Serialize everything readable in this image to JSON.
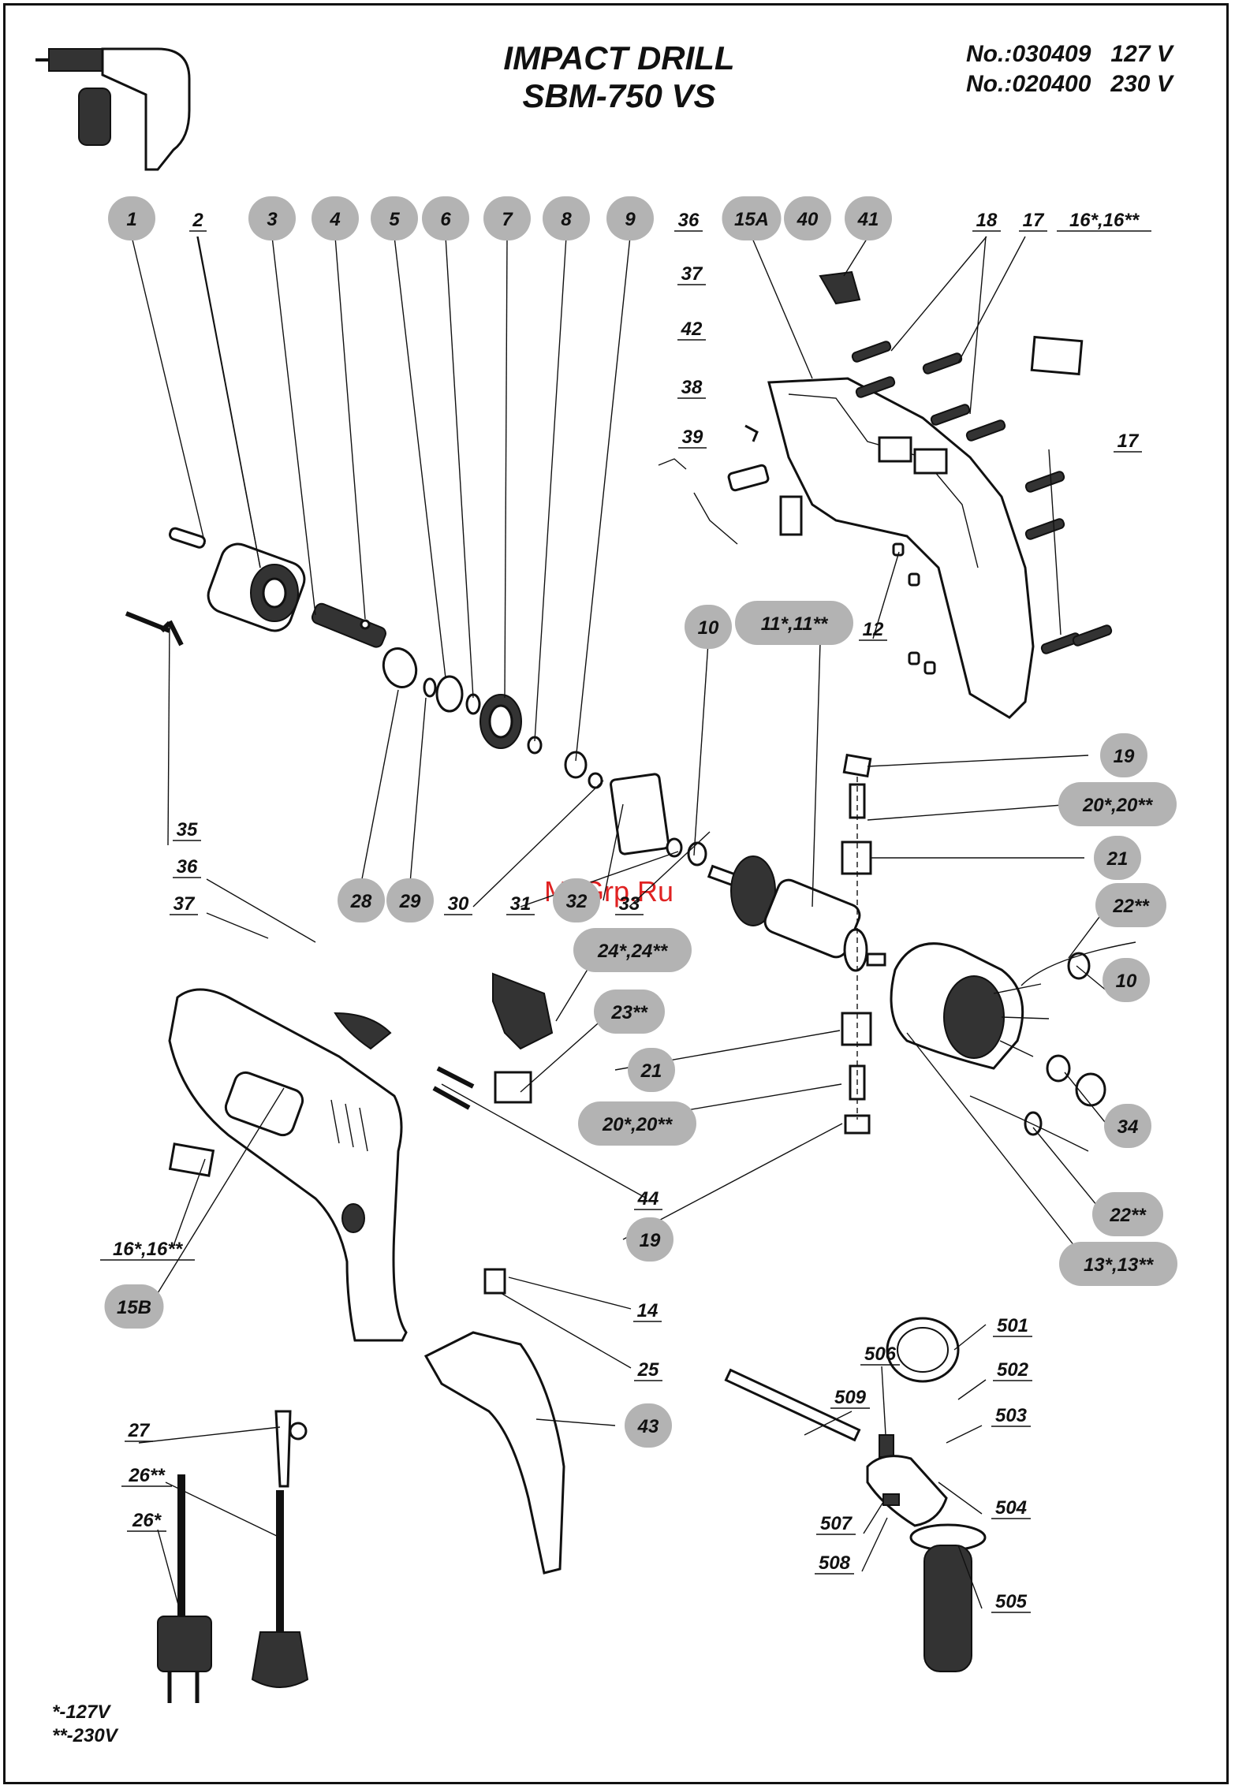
{
  "header": {
    "title_line1": "IMPACT DRILL",
    "title_line2": "SBM-750 VS",
    "model_line1": "No.:030409   127 V",
    "model_line2": "No.:020400   230 V"
  },
  "legend": {
    "line1": "*-127V",
    "line2": "**-230V"
  },
  "watermark": "McGrp.Ru",
  "callouts": {
    "bubbles": [
      "1",
      "3",
      "4",
      "5",
      "6",
      "7",
      "8",
      "9",
      "15A",
      "40",
      "41",
      "10",
      "11*,11**",
      "19",
      "20*,20**",
      "21",
      "22**",
      "10",
      "34",
      "22**",
      "13*,13**",
      "28",
      "29",
      "32",
      "24*,24**",
      "23**",
      "21",
      "20*,20**",
      "19",
      "15B",
      "43"
    ],
    "plain": [
      "2",
      "36",
      "37",
      "42",
      "38",
      "39",
      "18",
      "17",
      "16*,16**",
      "17",
      "12",
      "35",
      "36",
      "37",
      "30",
      "31",
      "33",
      "44",
      "16*,16**",
      "14",
      "25",
      "27",
      "26**",
      "26*",
      "501",
      "506",
      "502",
      "509",
      "503",
      "504",
      "507",
      "508",
      "505"
    ]
  }
}
